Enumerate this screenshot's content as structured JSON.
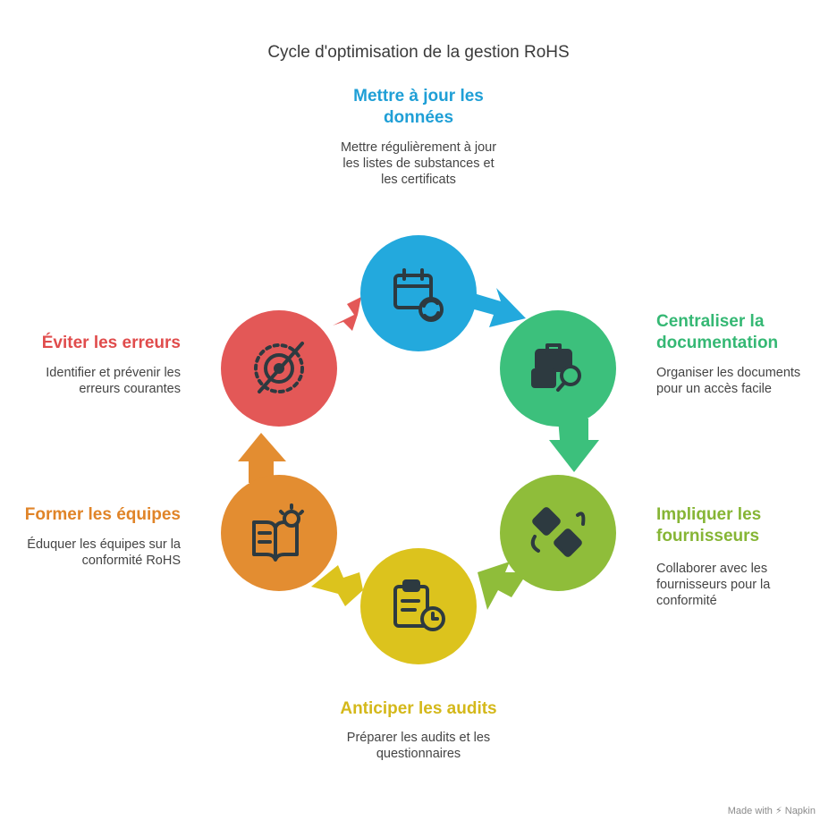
{
  "title": "Cycle d'optimisation de la gestion RoHS",
  "steps": [
    {
      "id": "update",
      "title": "Mettre à jour les données",
      "desc": "Mettre régulièrement à jour les listes de substances et les certificats",
      "color": "#23a9dd",
      "icon": "calendar-refresh-icon"
    },
    {
      "id": "centralize",
      "title": "Centraliser la documentation",
      "desc": "Organiser les documents pour un accès facile",
      "color": "#3cc07c",
      "icon": "briefcase-search-icon"
    },
    {
      "id": "suppliers",
      "title": "Impliquer les fournisseurs",
      "desc": "Collaborer avec les fournisseurs pour la conformité",
      "color": "#8fbd3a",
      "icon": "handshake-icon"
    },
    {
      "id": "audits",
      "title": "Anticiper les audits",
      "desc": "Préparer les audits et les questionnaires",
      "color": "#dcc31d",
      "icon": "clipboard-clock-icon"
    },
    {
      "id": "train",
      "title": "Former les équipes",
      "desc": "Éduquer les équipes sur la conformité RoHS",
      "color": "#e38d31",
      "icon": "book-lightbulb-icon"
    },
    {
      "id": "errors",
      "title": "Éviter les erreurs",
      "desc": "Identifier et prévenir les erreurs courantes",
      "color": "#e35857",
      "icon": "target-slash-icon"
    }
  ],
  "title_colors": {
    "update": "#1f9fd6",
    "centralize": "#35b874",
    "suppliers": "#86b535",
    "audits": "#d4b81a",
    "train": "#e08428",
    "errors": "#e04c4c"
  },
  "footer": {
    "made_with": "Made with",
    "brand": "Napkin"
  }
}
